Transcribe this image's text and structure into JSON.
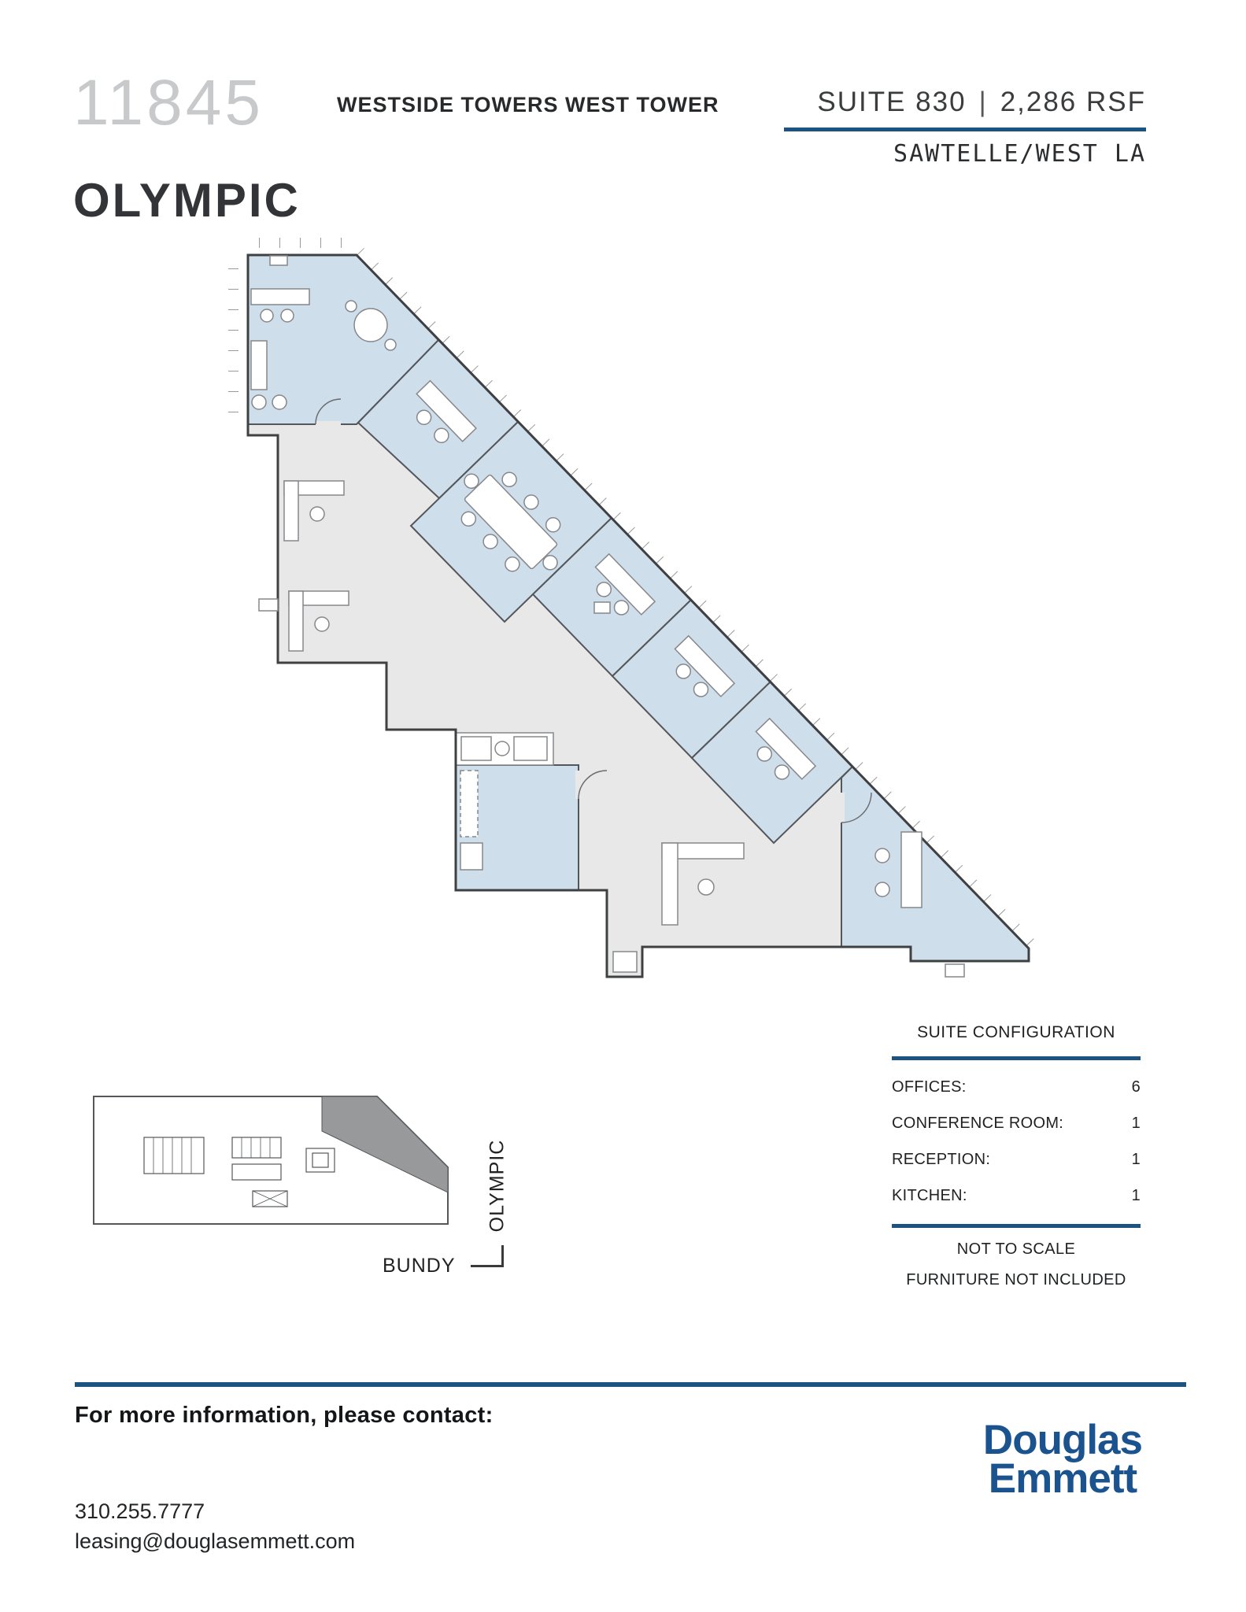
{
  "header": {
    "address_number": "11845",
    "address_street": "OLYMPIC",
    "building": "WESTSIDE TOWERS WEST TOWER",
    "suite": "SUITE 830",
    "separator": "|",
    "rsf": "2,286 RSF",
    "submarket": "SAWTELLE/WEST LA"
  },
  "key_plan": {
    "street_vertical": "OLYMPIC",
    "street_horizontal": "BUNDY"
  },
  "suite_configuration": {
    "title": "SUITE CONFIGURATION",
    "rows": [
      {
        "label": "OFFICES:",
        "value": "6"
      },
      {
        "label": "CONFERENCE ROOM:",
        "value": "1"
      },
      {
        "label": "RECEPTION:",
        "value": "1"
      },
      {
        "label": "KITCHEN:",
        "value": "1"
      }
    ],
    "notes": [
      "NOT TO SCALE",
      "FURNITURE NOT INCLUDED"
    ]
  },
  "footer": {
    "contact_heading": "For more information, please contact:",
    "phone": "310.255.7777",
    "email": "leasing@douglasemmett.com",
    "logo_line1": "Douglas",
    "logo_line2": "Emmett"
  },
  "colors": {
    "navy_rule": "#1d5380",
    "logo_blue": "#1b538e",
    "room_blue": "#cfdeeb",
    "corridor_gray": "#e8e8e8",
    "keyplan_shade": "#98999b"
  }
}
